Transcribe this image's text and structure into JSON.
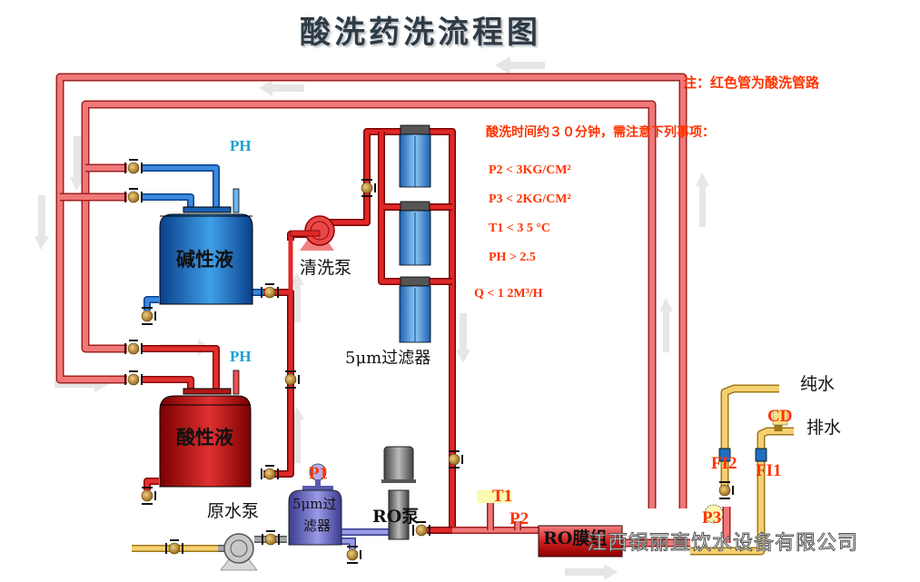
{
  "title": "酸洗药洗流程图",
  "note": "注：红色管为酸洗管路",
  "conditions": {
    "heading": "酸洗时间约３０分钟，需注意下列事项：",
    "items": [
      "P2 < 3KG/CM²",
      "P3 < 2KG/CM²",
      "T1 < 3 5 °C",
      "PH > 2.5",
      "Q < 1 2M³/H"
    ]
  },
  "equipment": {
    "alkaline_tank": "碱性液",
    "acid_tank": "酸性液",
    "cleaning_pump": "清洗泵",
    "raw_water_pump": "原水泵",
    "cartridge_filter_small_line1": "5μm过",
    "cartridge_filter_small_line2": "滤器",
    "cartridge_filters": "5μm过滤器",
    "ro_pump": "RO泵",
    "ro_membrane": "RO膜组"
  },
  "sensors": {
    "ph_top": "PH",
    "ph_bottom": "PH",
    "p1": "P1",
    "p2": "P2",
    "p3": "P3",
    "t1": "T1",
    "fi1": "FI1",
    "fi2": "FI2",
    "cd": "CD"
  },
  "outputs": {
    "pure_water": "纯水",
    "drain": "排水"
  },
  "watermark": "江西银丽直饮水设备有限公司",
  "colors": {
    "acid_pipe": "#f07070",
    "acid_pipe_dark": "#c81818",
    "alkaline_pipe": "#1f6fc0",
    "product_pipe": "#f0c860",
    "feed_pipe": "#7a7ac8",
    "accent_text": "#ff3300",
    "ph_text": "#1aa0d4"
  }
}
